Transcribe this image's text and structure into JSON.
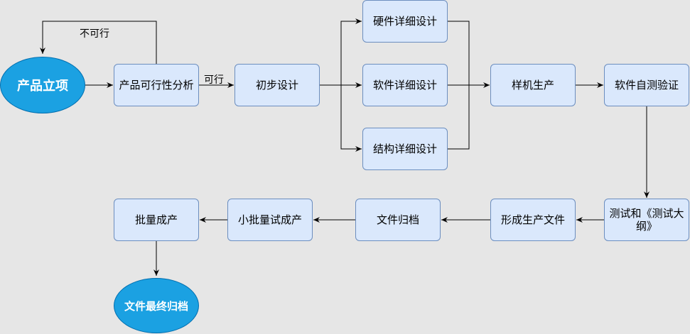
{
  "nodes": {
    "start": "产品立项",
    "feasibility": "产品可行性分析",
    "preliminary": "初步设计",
    "hardware": "硬件详细设计",
    "software": "软件详细设计",
    "structure": "结构详细设计",
    "prototype": "样机生产",
    "selftest": "软件自测验证",
    "testing": "测试和《测试大纲》",
    "prodfiles": "形成生产文件",
    "archive": "文件归档",
    "pilot": "小批量试成产",
    "mass": "批量成产",
    "final": "文件最终归档"
  },
  "edges": {
    "not_feasible": "不可行",
    "feasible": "可行"
  },
  "colors": {
    "background": "#e6e6e6",
    "node_fill": "#dae8fc",
    "node_border": "#6c8ebf",
    "ellipse_fill": "#1ba1e2",
    "ellipse_border": "#006eaf"
  }
}
